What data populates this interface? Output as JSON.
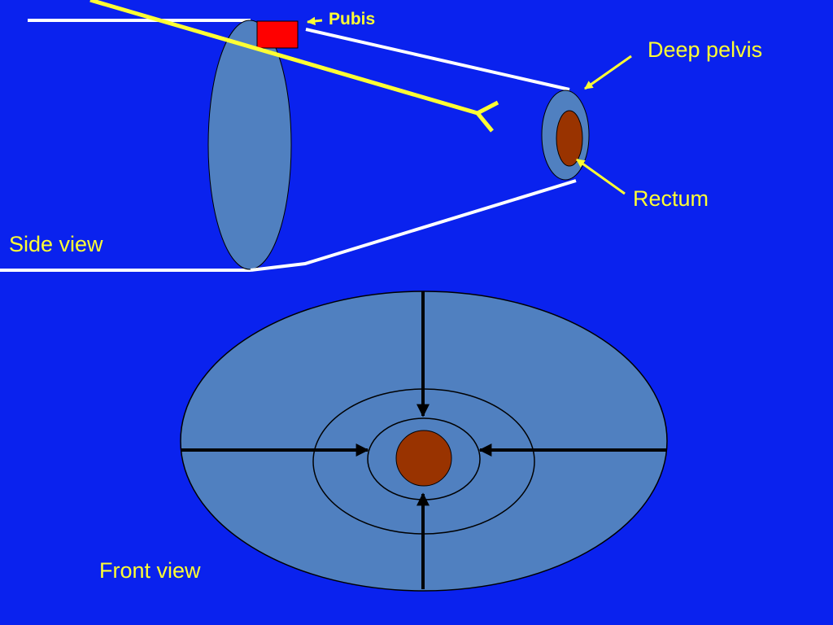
{
  "labels": {
    "pubis": "Pubis",
    "deep_pelvis": "Deep pelvis",
    "rectum": "Rectum",
    "side_view": "Side view",
    "front_view": "Front view"
  },
  "colors": {
    "background": "#0a22ee",
    "tissue": "#5080c0",
    "rectum": "#993300",
    "pubis": "#ff0000",
    "pointer": "#ffff33",
    "outline": "#000000",
    "line": "#ffffff"
  }
}
